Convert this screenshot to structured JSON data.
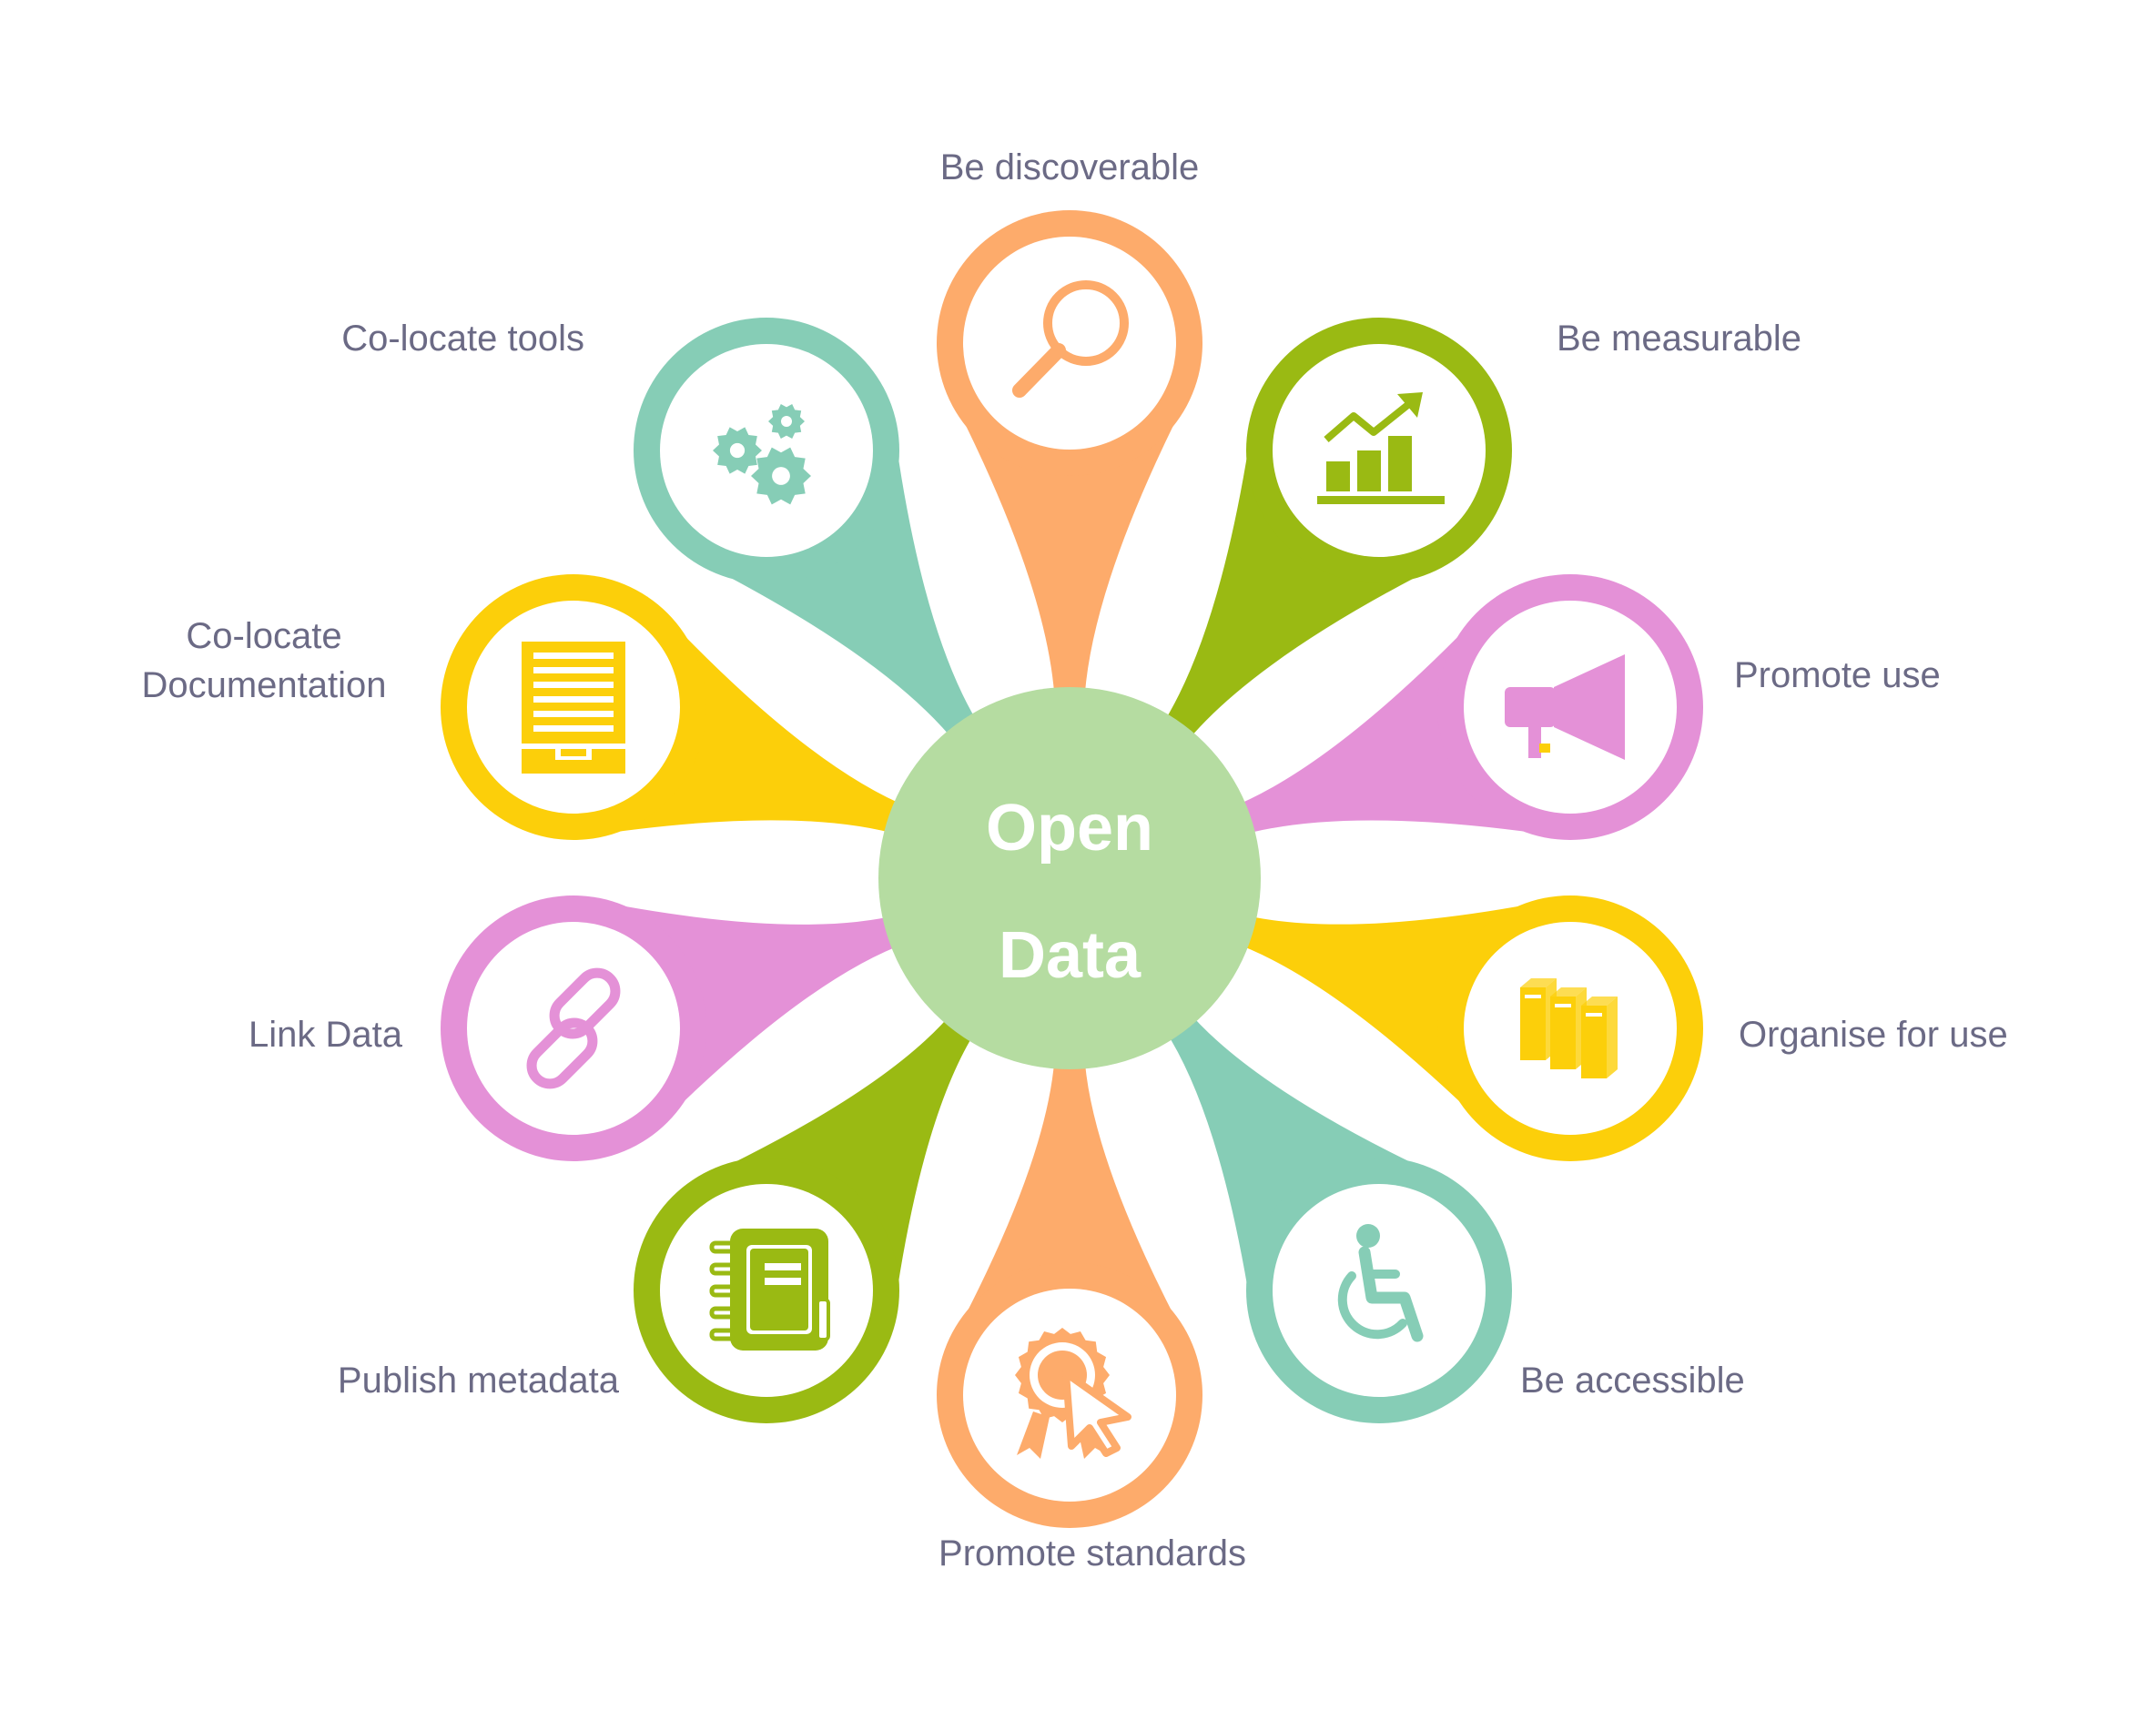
{
  "center": {
    "line1": "Open",
    "line2": "Data"
  },
  "colors": {
    "orange": "#fdab6b",
    "green": "#9aba13",
    "pink": "#e491d7",
    "yellow": "#fccf0a",
    "teal": "#86cdb6",
    "center": "#b5dca1",
    "label": "#6b6a85"
  },
  "petals": [
    {
      "label": "Be discoverable",
      "icon": "magnifier-icon",
      "color": "orange"
    },
    {
      "label": "Be measurable",
      "icon": "growth-chart-icon",
      "color": "green"
    },
    {
      "label": "Promote use",
      "icon": "megaphone-icon",
      "color": "pink"
    },
    {
      "label": "Organise for use",
      "icon": "books-icon",
      "color": "yellow"
    },
    {
      "label": "Be accessible",
      "icon": "wheelchair-icon",
      "color": "teal"
    },
    {
      "label": "Promote standards",
      "icon": "award-badge-icon",
      "color": "orange"
    },
    {
      "label": "Publish metadata",
      "icon": "notebook-icon",
      "color": "green"
    },
    {
      "label": "Link Data",
      "icon": "chain-link-icon",
      "color": "pink"
    },
    {
      "label": "Co-locate Documentation",
      "label_lines": [
        "Co-locate",
        "Documentation"
      ],
      "icon": "document-tray-icon",
      "color": "yellow"
    },
    {
      "label": "Co-locate tools",
      "icon": "gears-icon",
      "color": "teal"
    }
  ]
}
